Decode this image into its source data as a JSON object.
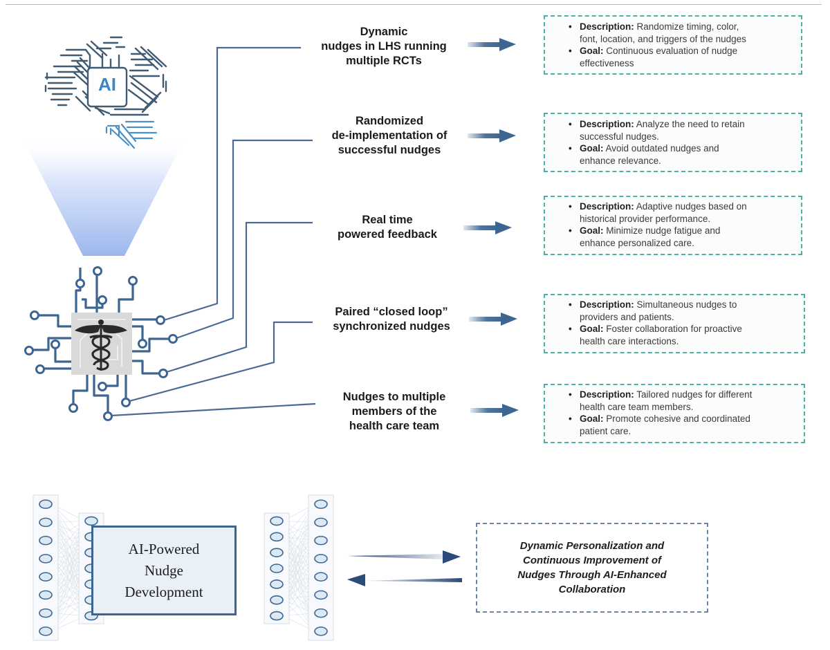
{
  "figure": {
    "brain_icon_label": "AI",
    "colors": {
      "accent_blue": "#3d6591",
      "box_border_teal": "#4bb0a6",
      "beam_blue": "#9db8ee",
      "chip_grey": "#d9d9d9"
    }
  },
  "items": [
    {
      "title_lines": [
        "Dynamic",
        "nudges in LHS running",
        "multiple RCTs"
      ],
      "description": "Randomize timing, color, font, location, and triggers of the nudges",
      "description_lines": [
        "Randomize timing, color,",
        "font, location, and triggers of the nudges"
      ],
      "goal_lines": [
        "Continuous evaluation of nudge",
        "effectiveness"
      ]
    },
    {
      "title_lines": [
        "Randomized",
        "de-implementation of",
        "successful nudges"
      ],
      "description_lines": [
        "Analyze the need to retain",
        "successful nudges."
      ],
      "goal_lines": [
        "Avoid outdated nudges and",
        "enhance relevance."
      ]
    },
    {
      "title_lines": [
        "Real time",
        "powered feedback"
      ],
      "description_lines": [
        "Adaptive nudges based on",
        "historical provider performance."
      ],
      "goal_lines": [
        "Minimize nudge fatigue and",
        "enhance personalized care."
      ]
    },
    {
      "title_lines": [
        "Paired “closed loop”",
        "synchronized nudges"
      ],
      "description_lines": [
        "Simultaneous nudges to",
        "providers and patients."
      ],
      "goal_lines": [
        "Foster collaboration for proactive",
        "health care interactions."
      ]
    },
    {
      "title_lines": [
        "Nudges to multiple",
        "members of the",
        "health care team"
      ],
      "description_lines": [
        "Tailored nudges for different",
        "health care team members."
      ],
      "goal_lines": [
        "Promote cohesive and coordinated",
        "patient care."
      ]
    }
  ],
  "labels": {
    "description_prefix": "Description:",
    "goal_prefix": "Goal:"
  },
  "bottom": {
    "engine_lines": [
      "AI-Powered",
      "Nudge",
      "Development"
    ],
    "outcome_lines": [
      "Dynamic Personalization and",
      "Continuous Improvement of",
      "Nudges Through AI-Enhanced",
      "Collaboration"
    ]
  }
}
